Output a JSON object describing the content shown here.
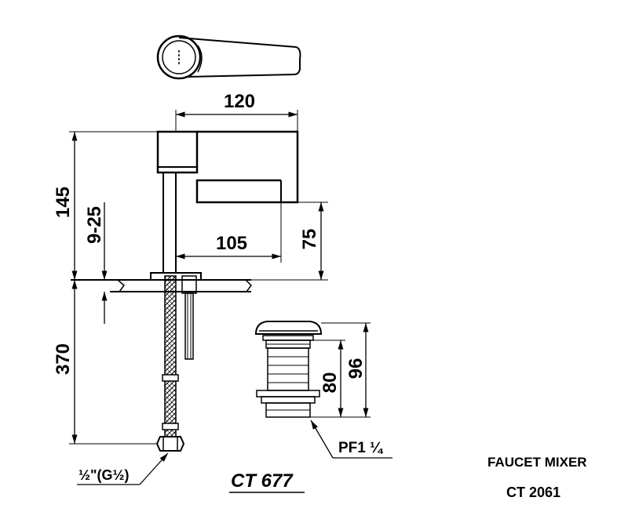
{
  "dimensions": {
    "width_120": "120",
    "height_145": "145",
    "range_9_25": "9-25",
    "reach_105": "105",
    "height_75": "75",
    "hose_370": "370",
    "drain_80": "80",
    "drain_96": "96"
  },
  "threads": {
    "hose_thread": "½\"(G½)",
    "drain_thread": "PF1 ¼"
  },
  "model_drain": "CT 677",
  "product": {
    "name": "FAUCET MIXER",
    "code": "CT 2061"
  },
  "colors": {
    "line": "#000000",
    "background": "#ffffff"
  }
}
